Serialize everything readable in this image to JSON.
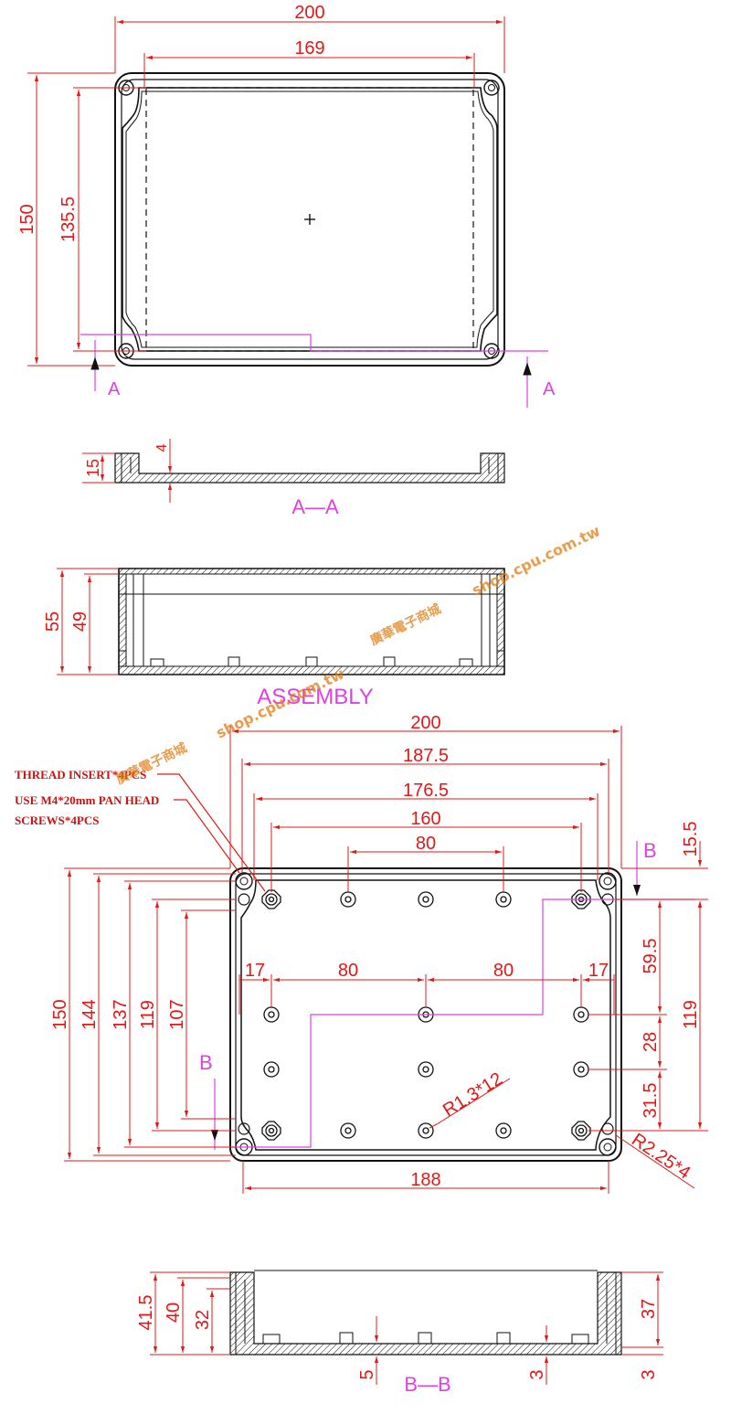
{
  "colors": {
    "outline": "#111111",
    "dimension": "#e01818",
    "section": "#e040e0",
    "watermark": "#e07a10"
  },
  "top_view": {
    "dims": {
      "width": "200",
      "inner_width": "169",
      "height": "150",
      "inner_height": "135.5"
    },
    "section_marks": [
      "A",
      "A"
    ]
  },
  "section_aa": {
    "dims": {
      "height": "15",
      "floor": "4"
    },
    "label": "A—A"
  },
  "assembly": {
    "dims": {
      "total": "55",
      "base": "49"
    },
    "label": "ASSEMBLY"
  },
  "bottom_view": {
    "dims": {
      "w200": "200",
      "w187_5": "187.5",
      "w176_5": "176.5",
      "w160": "160",
      "w80": "80",
      "left17": "17",
      "mid80a": "80",
      "mid80b": "80",
      "right17": "17",
      "h150": "150",
      "h144": "144",
      "h137": "137",
      "h119": "119",
      "h107": "107",
      "r15_5": "15.5",
      "r59_5": "59.5",
      "r119": "119",
      "r28": "28",
      "r31_5": "31.5",
      "w188": "188",
      "r13": "R1.3*12",
      "r225": "R2.25*4"
    },
    "section_marks": [
      "B",
      "B"
    ],
    "notes": {
      "thread_insert": "THREAD INSERT*4PCS",
      "screws_line1": "USE M4*20mm PAN HEAD",
      "screws_line2": "SCREWS*4PCS"
    }
  },
  "section_bb": {
    "dims": {
      "h41_5": "41.5",
      "h40": "40",
      "h32": "32",
      "h37": "37",
      "d5": "5",
      "d3a": "3",
      "d3b": "3"
    },
    "label": "B—B"
  },
  "watermark": {
    "text1": "廣華電子商城",
    "text2": "shop.cpu.com.tw",
    "text3": "廣華電子商城",
    "text4": "shop.cpu.com.tw"
  }
}
